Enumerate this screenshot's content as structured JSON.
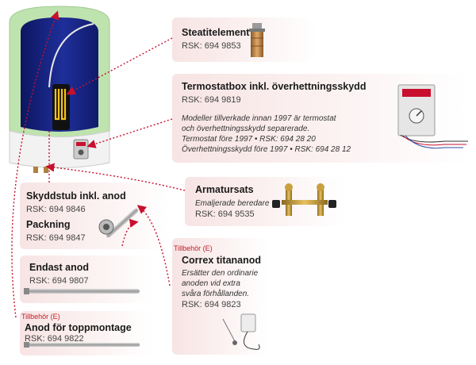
{
  "steatite": {
    "title": "Steatitelement",
    "rsk": "RSK: 694 9853"
  },
  "thermostat": {
    "title": "Termostatbox inkl. överhettningsskydd",
    "rsk": "RSK: 694 9819",
    "notes": [
      "Modeller tillverkade innan 1997 är termostat",
      "och överhettningsskydd separerade.",
      "Termostat före 1997 • RSK: 694 28 20",
      "Överhettningsskydd före 1997 • RSK: 694 28 12"
    ]
  },
  "armatur": {
    "title": "Armatursats",
    "subtitle": "Emaljerade beredare",
    "rsk": "RSK: 694 9535"
  },
  "skydd": {
    "title": "Skyddstub inkl. anod",
    "rsk": "RSK: 694 9846",
    "title2": "Packning",
    "rsk2": "RSK: 694 9847"
  },
  "endast": {
    "title": "Endast anod",
    "rsk": "RSK: 694 9807"
  },
  "correx": {
    "tag": "Tillbehör (E)",
    "title": "Correx titananod",
    "notes": [
      "Ersätter den ordinarie",
      "anoden vid extra",
      "svåra förhållanden."
    ],
    "rsk": "RSK: 694 9823"
  },
  "topp": {
    "tag": "Tillbehör (E)",
    "title": "Anod för toppmontage",
    "rsk": "RSK: 694 9822"
  },
  "colors": {
    "box": "#f7e4e4",
    "arrow": "#c8102e",
    "insulation": "#b8e0a8",
    "tank": "#1a237e"
  }
}
